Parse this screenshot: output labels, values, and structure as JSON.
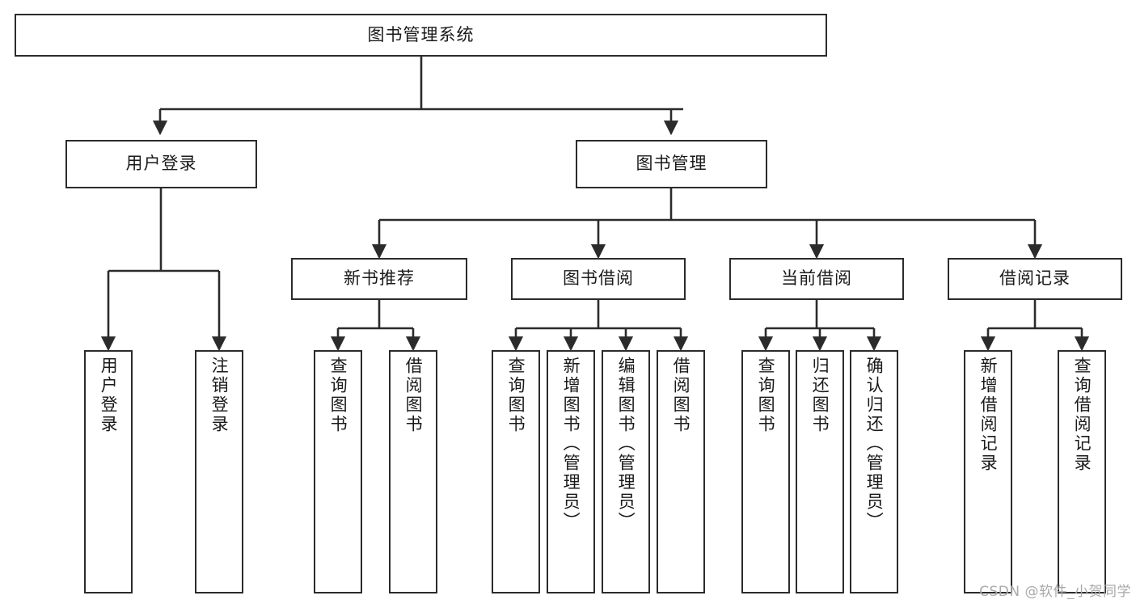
{
  "diagram": {
    "title": "图书管理系统",
    "type": "tree-hierarchy-chart",
    "watermark": "CSDN @软件_小贺同学",
    "colors": {
      "stroke": "#2b2b2b",
      "node_fill": "#ffffff",
      "text": "#1a1a1a",
      "watermark": "#a9a9a9",
      "background": "#ffffff"
    },
    "nodes": {
      "root": {
        "label": "图书管理系统"
      },
      "level2": [
        {
          "id": "user-login",
          "label": "用户登录"
        },
        {
          "id": "book-management",
          "label": "图书管理"
        }
      ],
      "level3": [
        {
          "id": "new-book-recommend",
          "label": "新书推荐"
        },
        {
          "id": "book-borrow",
          "label": "图书借阅"
        },
        {
          "id": "current-borrow",
          "label": "当前借阅"
        },
        {
          "id": "borrow-record",
          "label": "借阅记录"
        }
      ],
      "leaves": {
        "user-login": [
          {
            "id": "user-login-leaf",
            "label": "用户登录"
          },
          {
            "id": "logout-leaf",
            "label": "注销登录"
          }
        ],
        "new-book-recommend": [
          {
            "id": "query-book-1",
            "label": "查询图书"
          },
          {
            "id": "borrow-book-1",
            "label": "借阅图书"
          }
        ],
        "book-borrow": [
          {
            "id": "query-book-2",
            "label": "查询图书"
          },
          {
            "id": "add-book-admin",
            "label": "新增图书（管理员）"
          },
          {
            "id": "edit-book-admin",
            "label": "编辑图书（管理员）"
          },
          {
            "id": "borrow-book-2",
            "label": "借阅图书"
          }
        ],
        "current-borrow": [
          {
            "id": "query-book-3",
            "label": "查询图书"
          },
          {
            "id": "return-book",
            "label": "归还图书"
          },
          {
            "id": "confirm-return-admin",
            "label": "确认归还（管理员）"
          }
        ],
        "borrow-record": [
          {
            "id": "add-borrow-record",
            "label": "新增借阅记录"
          },
          {
            "id": "query-borrow-record",
            "label": "查询借阅记录"
          }
        ]
      }
    }
  }
}
